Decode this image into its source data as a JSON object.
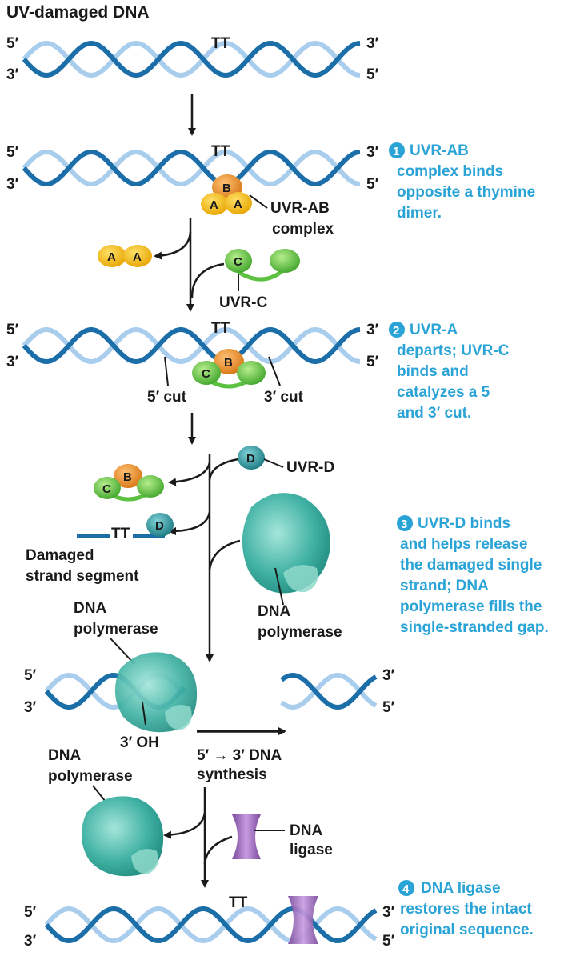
{
  "title": "UV-damaged DNA",
  "prime": {
    "five": "5′",
    "three": "3′"
  },
  "dimer": "TT",
  "complex": {
    "a": "A",
    "b": "B",
    "c": "C",
    "d": "D"
  },
  "labels": {
    "uvr_ab_complex_1": "UVR-AB",
    "uvr_ab_complex_2": "complex",
    "uvr_c": "UVR-C",
    "cut_5": "5′ cut",
    "cut_3": "3′ cut",
    "uvr_d": "UVR-D",
    "damaged_1": "Damaged",
    "damaged_2": "strand segment",
    "dna_polymerase_1": "DNA",
    "dna_polymerase_2": "polymerase",
    "oh_3": "3′ OH",
    "synthesis_1": "5′ → 3′ DNA",
    "synthesis_2": "synthesis",
    "ligase_1": "DNA",
    "ligase_2": "ligase"
  },
  "steps": [
    {
      "number": "1",
      "lines": [
        "UVR-AB",
        "complex binds",
        "opposite a thymine",
        "dimer."
      ]
    },
    {
      "number": "2",
      "lines": [
        "UVR-A",
        "departs; UVR-C",
        "binds and",
        "catalyzes a 5",
        "and 3′ cut."
      ]
    },
    {
      "number": "3",
      "lines": [
        "UVR-D binds",
        "and helps release",
        "the damaged single",
        "strand; DNA",
        "polymerase fills the",
        "single-stranded gap."
      ]
    },
    {
      "number": "4",
      "lines": [
        "DNA ligase",
        "restores the intact",
        "original sequence."
      ]
    }
  ],
  "colors": {
    "strand_dark": "#1b6ea8",
    "strand_light": "#a9cdec",
    "step_blue": "#2aa3d6",
    "uvr_a": "#f2b705",
    "uvr_b": "#e08a22",
    "uvr_c": "#5cc040",
    "uvr_d": "#1f8e96",
    "polymerase": "#35a79c",
    "ligase": "#9a63b8"
  }
}
